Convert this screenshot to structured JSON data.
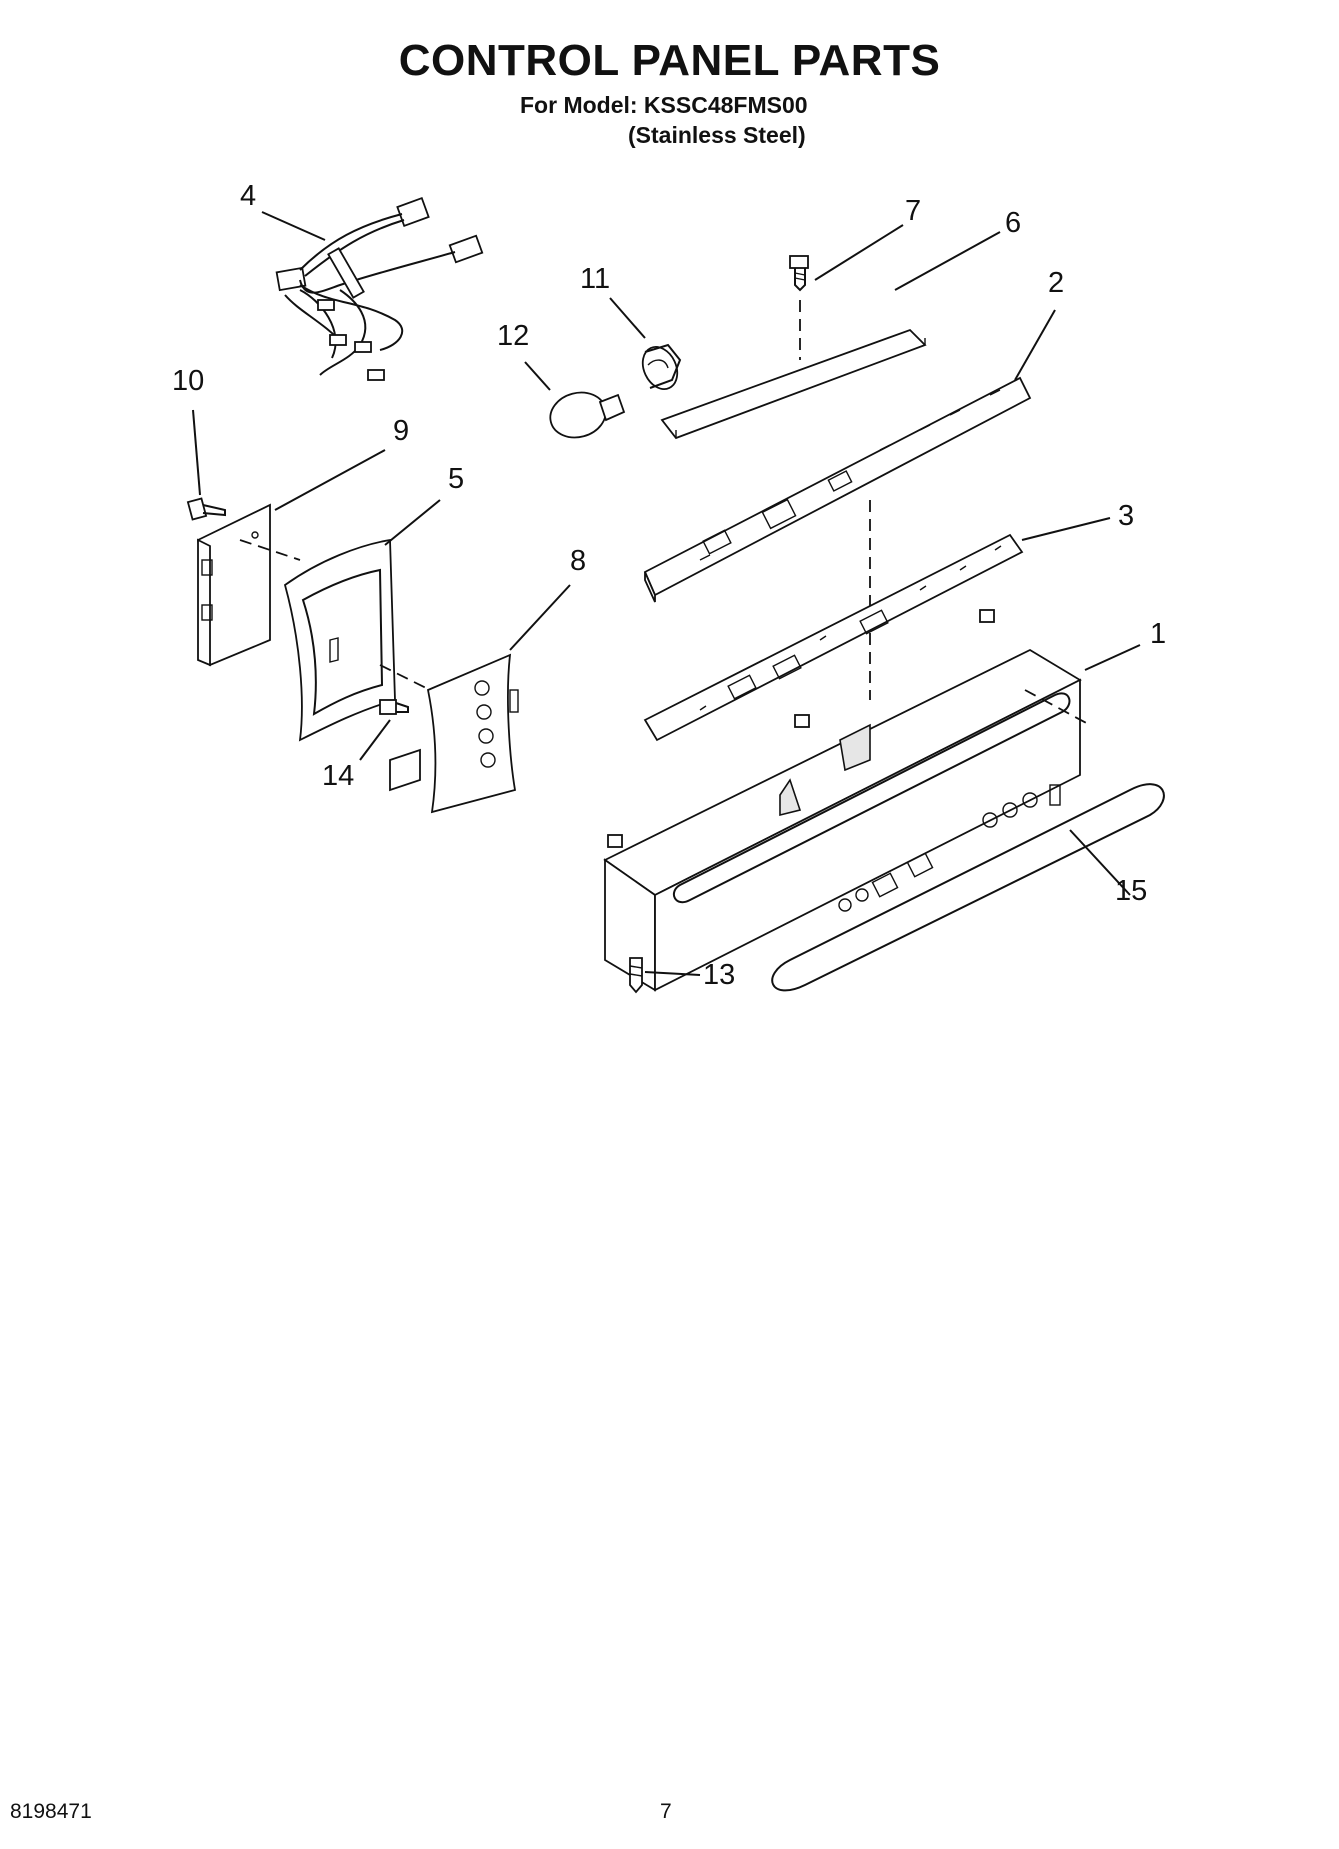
{
  "header": {
    "title": "CONTROL PANEL PARTS",
    "model_line": "For Model: KSSC48FMS00",
    "variant": "(Stainless Steel)"
  },
  "callouts": [
    "1",
    "2",
    "3",
    "4",
    "5",
    "6",
    "7",
    "8",
    "9",
    "10",
    "11",
    "12",
    "13",
    "14",
    "15"
  ],
  "footer": {
    "doc_number": "8198471",
    "page_number": "7"
  }
}
